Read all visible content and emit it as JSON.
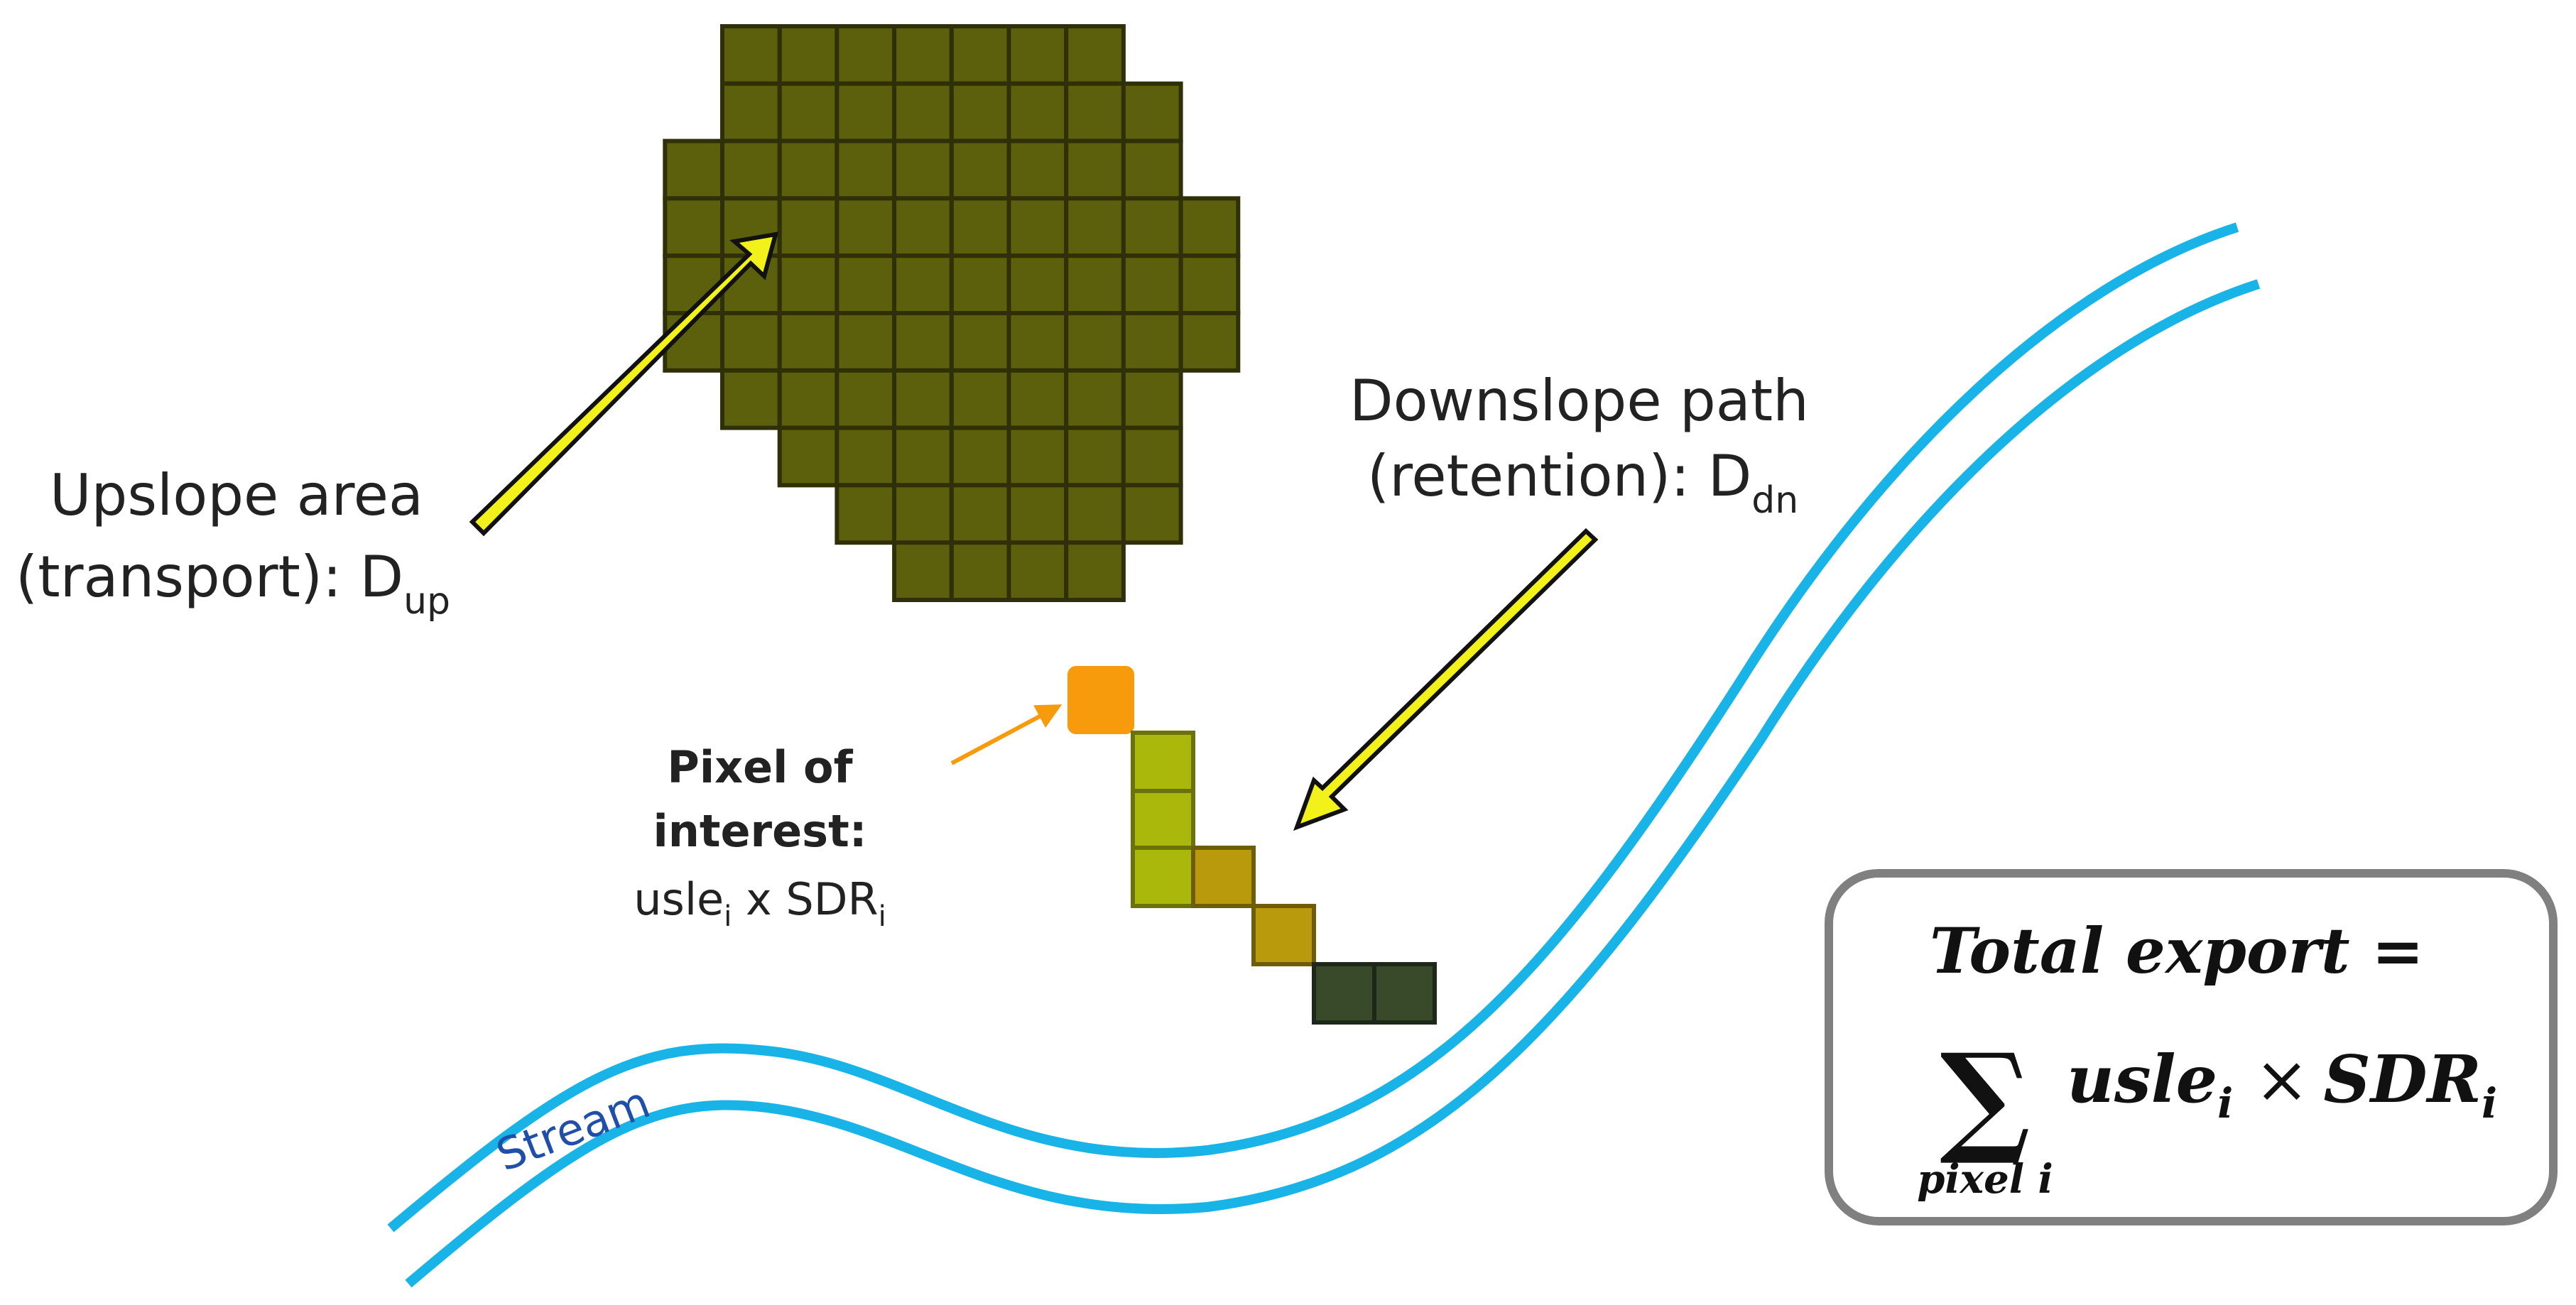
{
  "upslope": {
    "line1": "Upslope area",
    "line2": "(transport): D",
    "sub": "up"
  },
  "downslope": {
    "line1": "Downslope path",
    "line2": "(retention): D",
    "sub": "dn"
  },
  "pixel": {
    "line1": "Pixel of",
    "line2": "interest:",
    "line3_a": "usle",
    "line3_sub1": "i",
    "line3_b": " x SDR",
    "line3_sub2": "i"
  },
  "stream": {
    "label": "Stream"
  },
  "total_export": {
    "heading": "Total export =",
    "sigma": "∑",
    "term_usle": "usle",
    "term_usle_sub": "i",
    "times": "×",
    "term_sdr": "SDR",
    "term_sdr_sub": "i",
    "sum_index": "pixel i"
  },
  "colors": {
    "upslope_fill": "#5c5f0c",
    "grid_line": "#2f3007",
    "pixel_of_interest": "#f79a0c",
    "downslope_light": "#a9b80a",
    "downslope_mid": "#b89a0c",
    "downslope_dark": "#384a2a",
    "arrow_yellow": "#f2f21a",
    "stream_line": "#18b4e8",
    "stream_label": "#1f4fa8",
    "box_border": "#808080"
  }
}
